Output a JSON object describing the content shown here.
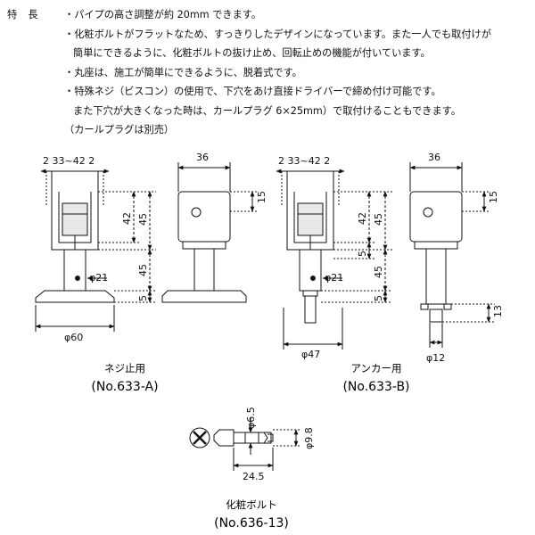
{
  "features": {
    "heading": "特　長",
    "lines": [
      "・パイプの高さ調整が約 20mm できます。",
      "・化粧ボルトがフラットなため、すっきりしたデザインになっています。また一人でも取付けが",
      "簡単にできるように、化粧ボルトの抜け止め、回転止めの機能が付いています。",
      "・丸座は、施工が簡単にできるように、脱着式です。",
      "・特殊ネジ（ビスコン）の使用で、下穴をあけ直接ドライバーで締め付け可能です。",
      "また下穴が大きくなった時は、カールプラグ 6×25mm）で取付けることもできます。",
      "（カールプラグは別売）"
    ]
  },
  "diagram_a": {
    "dim_top": "2 33~42 2",
    "dim_width": "36",
    "dim_15": "15",
    "dim_42": "42",
    "dim_45_upper": "45",
    "dim_45_lower": "45",
    "dim_5": "5",
    "dim_phi21": "φ21",
    "dim_phi60": "φ60",
    "label": "ネジ止用",
    "model": "(No.633-A)"
  },
  "diagram_b": {
    "dim_top": "2 33~42 2",
    "dim_width": "36",
    "dim_15": "15",
    "dim_42": "42",
    "dim_45_upper": "45",
    "dim_45_lower": "45",
    "dim_5_upper": "5",
    "dim_5_lower": "5",
    "dim_phi21": "φ21",
    "dim_phi47": "φ47",
    "dim_phi12": "φ12",
    "dim_13": "13",
    "label": "アンカー用",
    "model": "(No.633-B)"
  },
  "bolt": {
    "dim_phi65": "φ6.5",
    "dim_phi98": "φ9.8",
    "dim_len": "24.5",
    "label": "化粧ボルト",
    "model": "(No.636-13)"
  }
}
